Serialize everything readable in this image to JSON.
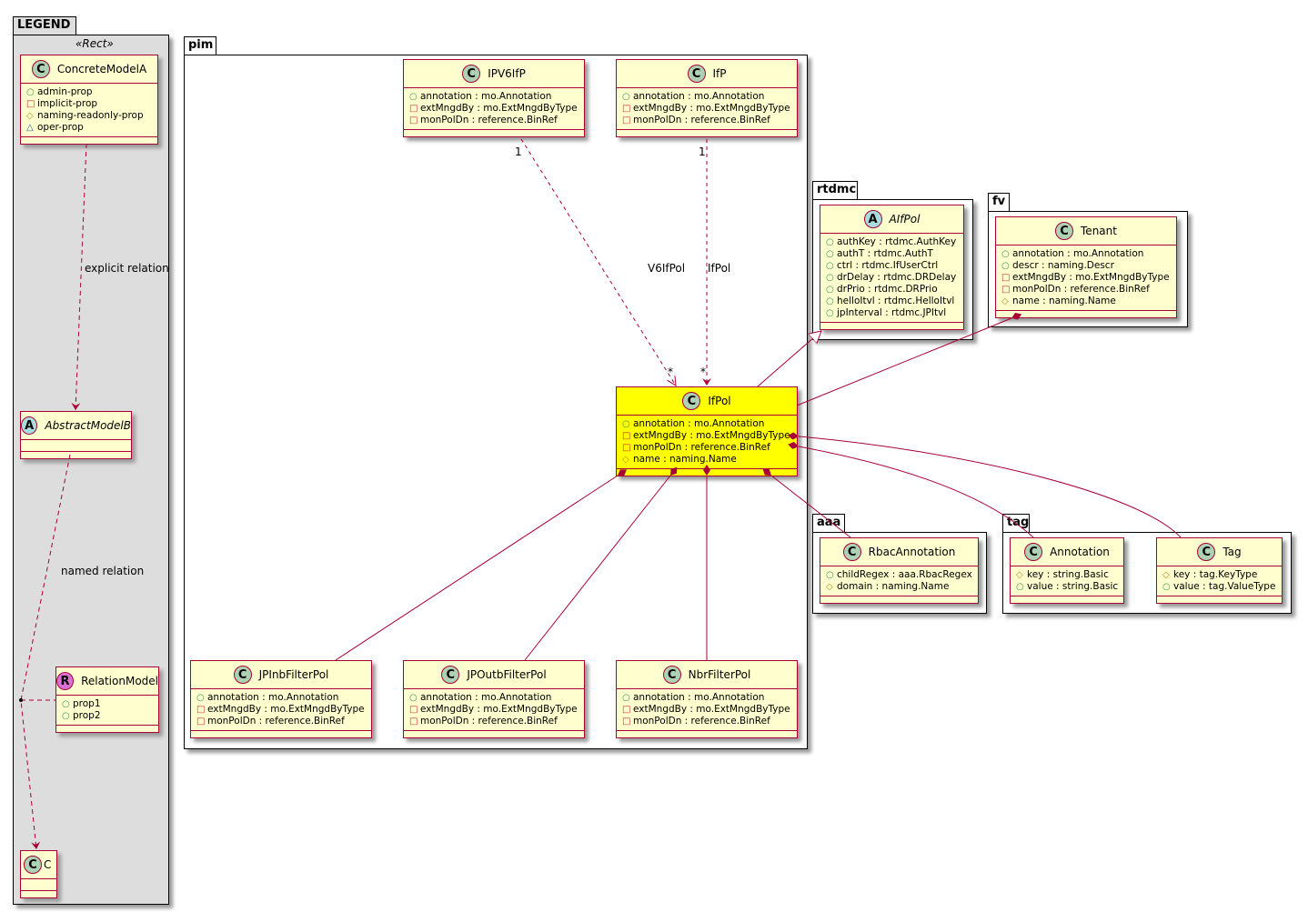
{
  "colors": {
    "border": "#a80036",
    "class_fill": "#fefece",
    "highlight": "#ffff00",
    "legend_fill": "#dddddd"
  },
  "packages": [
    {
      "id": "legend",
      "name": "LEGEND",
      "stereotype": "«Rect»"
    },
    {
      "id": "pim",
      "name": "pim"
    },
    {
      "id": "rtdmc",
      "name": "rtdmc"
    },
    {
      "id": "fv",
      "name": "fv"
    },
    {
      "id": "aaa",
      "name": "aaa"
    },
    {
      "id": "tag",
      "name": "tag"
    }
  ],
  "classes": [
    {
      "id": "ConcreteModelA",
      "name": "ConcreteModelA",
      "kind": "C",
      "attrs": [
        [
          "+",
          "admin-prop"
        ],
        [
          "-",
          "implicit-prop"
        ],
        [
          "#",
          "naming-readonly-prop"
        ],
        [
          "~",
          "oper-prop"
        ]
      ]
    },
    {
      "id": "AbstractModelB",
      "name": "AbstractModelB",
      "kind": "A",
      "attrs": []
    },
    {
      "id": "RelationModel",
      "name": "RelationModel",
      "kind": "R",
      "attrs": [
        [
          "+",
          "prop1"
        ],
        [
          "+",
          "prop2"
        ]
      ]
    },
    {
      "id": "C",
      "name": "C",
      "kind": "C",
      "attrs": []
    },
    {
      "id": "IPV6IfP",
      "name": "IPV6IfP",
      "kind": "C",
      "attrs": [
        [
          "+",
          "annotation : mo.Annotation"
        ],
        [
          "-",
          "extMngdBy : mo.ExtMngdByType"
        ],
        [
          "-",
          "monPolDn : reference.BinRef"
        ]
      ]
    },
    {
      "id": "IfP",
      "name": "IfP",
      "kind": "C",
      "attrs": [
        [
          "+",
          "annotation : mo.Annotation"
        ],
        [
          "-",
          "extMngdBy : mo.ExtMngdByType"
        ],
        [
          "-",
          "monPolDn : reference.BinRef"
        ]
      ]
    },
    {
      "id": "IfPol",
      "name": "IfPol",
      "kind": "C",
      "highlight": true,
      "attrs": [
        [
          "+",
          "annotation : mo.Annotation"
        ],
        [
          "-",
          "extMngdBy : mo.ExtMngdByType"
        ],
        [
          "-",
          "monPolDn : reference.BinRef"
        ],
        [
          "#",
          "name : naming.Name"
        ]
      ]
    },
    {
      "id": "JPInbFilterPol",
      "name": "JPInbFilterPol",
      "kind": "C",
      "attrs": [
        [
          "+",
          "annotation : mo.Annotation"
        ],
        [
          "-",
          "extMngdBy : mo.ExtMngdByType"
        ],
        [
          "-",
          "monPolDn : reference.BinRef"
        ]
      ]
    },
    {
      "id": "JPOutbFilterPol",
      "name": "JPOutbFilterPol",
      "kind": "C",
      "attrs": [
        [
          "+",
          "annotation : mo.Annotation"
        ],
        [
          "-",
          "extMngdBy : mo.ExtMngdByType"
        ],
        [
          "-",
          "monPolDn : reference.BinRef"
        ]
      ]
    },
    {
      "id": "NbrFilterPol",
      "name": "NbrFilterPol",
      "kind": "C",
      "attrs": [
        [
          "+",
          "annotation : mo.Annotation"
        ],
        [
          "-",
          "extMngdBy : mo.ExtMngdByType"
        ],
        [
          "-",
          "monPolDn : reference.BinRef"
        ]
      ]
    },
    {
      "id": "AIfPol",
      "name": "AIfPol",
      "kind": "A",
      "attrs": [
        [
          "+",
          "authKey : rtdmc.AuthKey"
        ],
        [
          "+",
          "authT : rtdmc.AuthT"
        ],
        [
          "+",
          "ctrl : rtdmc.IfUserCtrl"
        ],
        [
          "+",
          "drDelay : rtdmc.DRDelay"
        ],
        [
          "+",
          "drPrio : rtdmc.DRPrio"
        ],
        [
          "+",
          "helloItvl : rtdmc.HelloItvl"
        ],
        [
          "+",
          "jpInterval : rtdmc.JPItvl"
        ]
      ]
    },
    {
      "id": "Tenant",
      "name": "Tenant",
      "kind": "C",
      "attrs": [
        [
          "+",
          "annotation : mo.Annotation"
        ],
        [
          "+",
          "descr : naming.Descr"
        ],
        [
          "-",
          "extMngdBy : mo.ExtMngdByType"
        ],
        [
          "-",
          "monPolDn : reference.BinRef"
        ],
        [
          "#",
          "name : naming.Name"
        ]
      ]
    },
    {
      "id": "RbacAnnotation",
      "name": "RbacAnnotation",
      "kind": "C",
      "attrs": [
        [
          "+",
          "childRegex : aaa.RbacRegex"
        ],
        [
          "#",
          "domain : naming.Name"
        ]
      ]
    },
    {
      "id": "Annotation",
      "name": "Annotation",
      "kind": "C",
      "attrs": [
        [
          "#",
          "key : string.Basic"
        ],
        [
          "+",
          "value : string.Basic"
        ]
      ]
    },
    {
      "id": "Tag",
      "name": "Tag",
      "kind": "C",
      "attrs": [
        [
          "#",
          "key : tag.KeyType"
        ],
        [
          "+",
          "value : tag.ValueType"
        ]
      ]
    }
  ],
  "relations": {
    "explicit": "explicit relation",
    "named": "named relation",
    "v6": "V6IfPol",
    "ifpol": "IfPol",
    "one": "1",
    "many": "*"
  }
}
